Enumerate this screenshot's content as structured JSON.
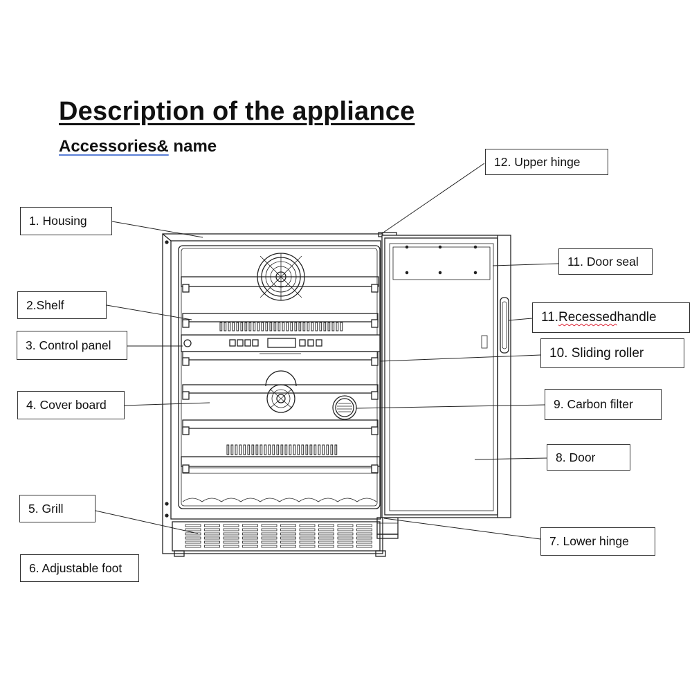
{
  "title": "Description of the appliance",
  "subtitle_part1": "Accessories&",
  "subtitle_part2": " name",
  "labels": {
    "upper_hinge": "12. Upper hinge",
    "housing": "1. Housing",
    "door_seal": "11. Door seal",
    "recessed_handle_num": "11. ",
    "recessed_handle_word": "Recessed",
    "recessed_handle_rest": " handle",
    "shelf": "2.Shelf",
    "control_panel": "3. Control panel",
    "sliding_roller": "10. Sliding roller",
    "cover_board": "4. Cover board",
    "carbon_filter": "9. Carbon filter",
    "door": "8. Door",
    "grill": "5. Grill",
    "lower_hinge": "7. Lower hinge",
    "adjustable_foot": "6. Adjustable foot"
  }
}
